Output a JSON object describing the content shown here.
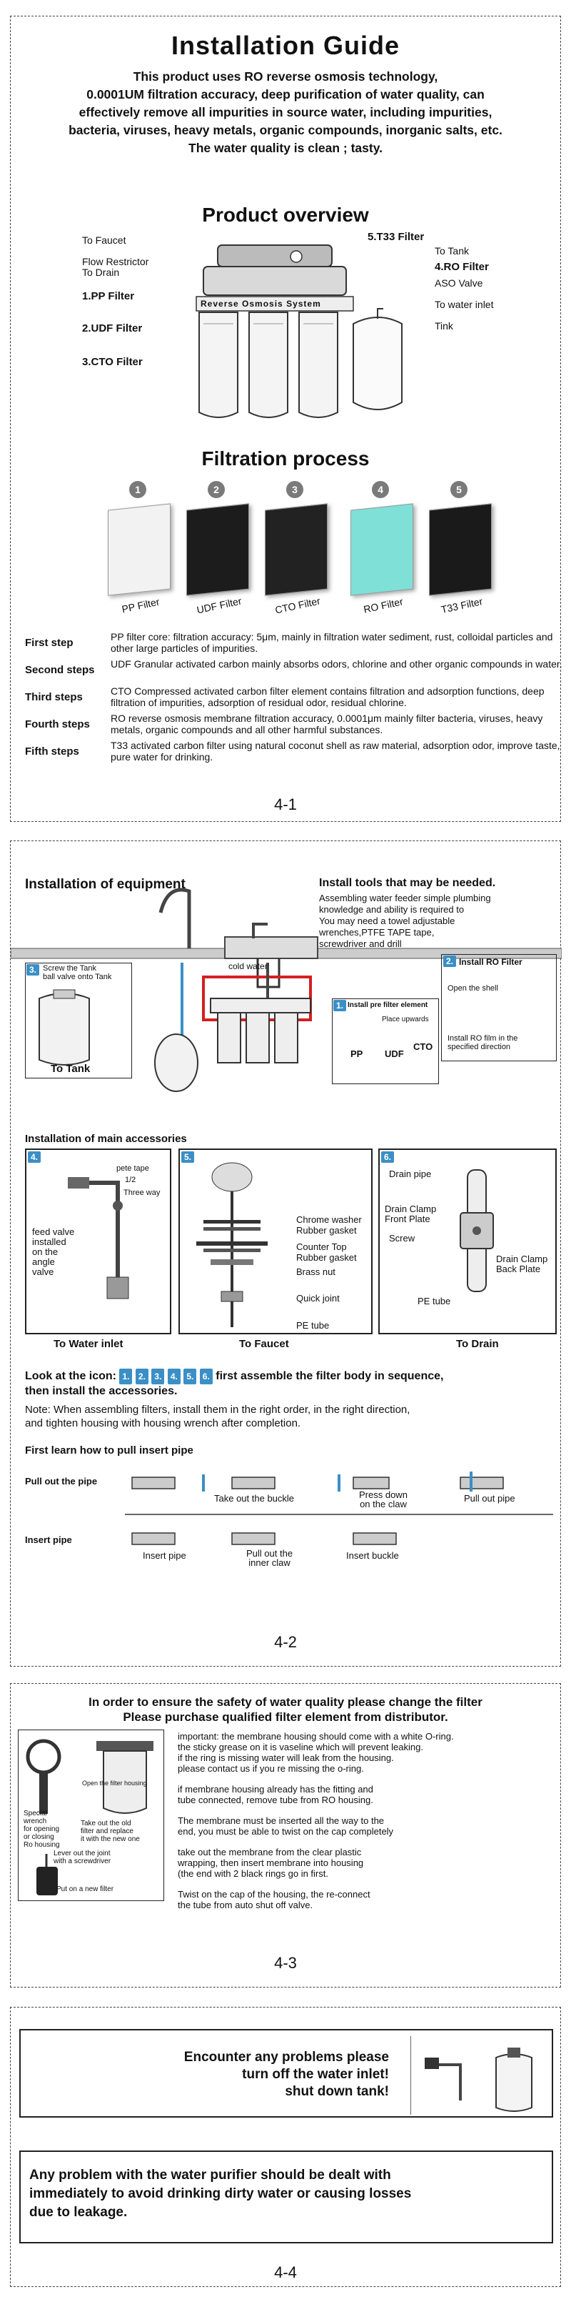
{
  "p1": {
    "title": "Installation Guide",
    "intro": [
      "This product uses RO reverse osmosis technology,",
      "0.0001UM filtration accuracy, deep purification of water quality, can",
      "effectively remove all impurities in source water, including impurities,",
      "bacteria, viruses, heavy metals, organic compounds, inorganic salts, etc.",
      "The water quality is clean ; tasty."
    ],
    "overview_title": "Product overview",
    "overview_labels": {
      "to_faucet": "To Faucet",
      "flow_restrictor": "Flow Restrictor",
      "to_drain": "To Drain",
      "pp": "1.PP Filter",
      "udf": "2.UDF Filter",
      "cto": "3.CTO Filter",
      "t33": "5.T33 Filter",
      "to_tank": "To Tank",
      "ro": "4.RO Filter",
      "aso": "ASO Valve",
      "to_water_inlet": "To water inlet",
      "tink": "Tink",
      "housing_text": "Reverse Osmosis System"
    },
    "filtration_title": "Filtration process",
    "filters": [
      {
        "num": "1",
        "name": "PP Filter",
        "color": "#f2f2f2"
      },
      {
        "num": "2",
        "name": "UDF Filter",
        "color": "#1c1c1c"
      },
      {
        "num": "3",
        "name": "CTO Filter",
        "color": "#222222"
      },
      {
        "num": "4",
        "name": "RO Filter",
        "color": "#7fe0d8"
      },
      {
        "num": "5",
        "name": "T33 Filter",
        "color": "#1a1a1a"
      }
    ],
    "steps": [
      {
        "k": "First step",
        "v": "PP filter core: filtration accuracy: 5μm, mainly in filtration water sediment, rust, colloidal particles and other large particles of impurities."
      },
      {
        "k": "Second steps",
        "v": "UDF Granular activated carbon mainly absorbs odors, chlorine and other organic compounds in water."
      },
      {
        "k": "Third steps",
        "v": "CTO Compressed activated carbon filter element contains filtration and adsorption functions, deep filtration of impurities, adsorption of residual odor, residual chlorine."
      },
      {
        "k": "Fourth steps",
        "v": "RO reverse osmosis membrane filtration accuracy, 0.0001μm mainly filter bacteria, viruses, heavy metals, organic compounds and all other harmful substances."
      },
      {
        "k": "Fifth steps",
        "v": "T33 activated carbon filter using natural coconut shell as raw material, adsorption odor, improve taste, pure water for drinking."
      }
    ],
    "page_no": "4-1"
  },
  "p2": {
    "install_title": "Installation of equipment",
    "tools_title": "Install tools that may be needed.",
    "tools_text": [
      "Assembling water feeder simple plumbing",
      "knowledge and ability is required to",
      "You may need a towel adjustable",
      "wrenches,PTFE TAPE tape,",
      "screwdriver and drill"
    ],
    "cold_water": "cold water",
    "step3_label": "3.",
    "step3_text": [
      "Screw the Tank",
      "ball valve onto Tank"
    ],
    "to_tank": "To Tank",
    "step2_label": "2.",
    "step2_text": "Install RO Filter",
    "open_shell": "Open the shell",
    "install_ro_film": [
      "Install RO film in the",
      "specified direction"
    ],
    "step1_label": "1.",
    "step1_text": "Install pre filter element",
    "pp": "PP",
    "udf": "UDF",
    "cto": "CTO",
    "place_upwards": "Place upwards",
    "main_acc_title": "Installation of main accessories",
    "s4": "4.",
    "s5": "5.",
    "s6": "6.",
    "pete_tape": "pete tape",
    "three_way": "Three way",
    "half": "1/2",
    "feed_valve": [
      "feed valve",
      "installed",
      "on the",
      "angle",
      "valve"
    ],
    "to_water_inlet": "To Water inlet",
    "chrome_washer": "Chrome washer",
    "rubber_gasket": "Rubber gasket",
    "counter_top": "Counter Top",
    "rubber_gasket2": "Rubber gasket",
    "brass_nut": "Brass  nut",
    "quick_joint": "Quick joint",
    "pe_tube": "PE tube",
    "to_faucet": "To Faucet",
    "drain_pipe": "Drain pipe",
    "drain_clamp_front": [
      "Drain Clamp",
      "Front Plate"
    ],
    "screw": "Screw",
    "drain_clamp_back": [
      "Drain Clamp",
      "Back Plate"
    ],
    "pe_tube2": "PE tube",
    "to_drain": "To Drain",
    "look_icon_a": "Look at the icon:",
    "look_icon_tags": [
      "1.",
      "2.",
      "3.",
      "4.",
      "5.",
      "6."
    ],
    "look_icon_b": " first assemble the filter body in sequence,",
    "look_icon_c": "then install the accessories.",
    "note": [
      "Note: When assembling filters, install them in the right order, in the right direction,",
      "  and tighten housing with housing wrench after completion."
    ],
    "pull_title": "First learn how to pull insert pipe",
    "pull_out_pipe": "Pull out the pipe",
    "take_out_buckle": "Take out the buckle",
    "press_down": [
      "Press  down",
      "on  the  claw"
    ],
    "pull_out_pipe2": "Pull out  pipe",
    "insert_pipe": "Insert pipe",
    "insert_pipe2": "Insert pipe",
    "pull_out_inner": [
      "Pull out the",
      "inner claw"
    ],
    "insert_buckle": "Insert buckle",
    "page_no": "4-2"
  },
  "p3": {
    "title1": "In order to ensure the safety of water quality please change the filter",
    "title2": "Please purchase qualified filter element from distributor.",
    "open_housing": "Open the filter housing",
    "special_wrench": [
      "Special",
      "wrench",
      "for opening",
      "or closing",
      "Ro housing"
    ],
    "take_out_old": [
      "Take out the old",
      "filter and replace",
      "it with the new one"
    ],
    "lever_out": [
      "Lever out the joint",
      "with a screwdriver"
    ],
    "put_on_new": "Put on a new filter",
    "para1": [
      "important: the membrane housing should come with a white O-ring.",
      "the sticky grease on it is vaseline which will prevent leaking.",
      "if the ring is missing water will leak from the housing.",
      "please contact us if you re missing the o-ring."
    ],
    "para2": [
      "if membrane housing already has the fitting and",
      "tube connected, remove tube from RO housing."
    ],
    "para3": [
      "The membrane must be inserted all the way to the",
      "end, you must be able to twist on the cap completely"
    ],
    "para4": [
      "take out the membrane from the clear plastic",
      "wrapping, then insert membrane into housing",
      "(the end with 2 black rings go in first."
    ],
    "para5": [
      "Twist on the cap of the housing, the re-connect",
      "the tube from auto shut off valve."
    ],
    "page_no": "4-3"
  },
  "p4": {
    "warn1": "Encounter any problems please",
    "warn2": "turn off the water inlet!",
    "warn3": "shut down tank!",
    "bottom1": "Any problem with the water purifier should be dealt with",
    "bottom2": "immediately to avoid drinking dirty water or causing losses",
    "bottom3": "due to leakage.",
    "page_no": "4-4"
  },
  "colors": {
    "accent_blue": "#3b8fc6",
    "red_pipe": "#d42020",
    "ro_teal": "#7fe0d8"
  },
  "icons": [
    "droplet-icon",
    "wrench-icon",
    "screwdriver-icon",
    "faucet-icon",
    "tank-icon",
    "filter-housing-icon",
    "pipe-joint-icon",
    "valve-icon"
  ]
}
